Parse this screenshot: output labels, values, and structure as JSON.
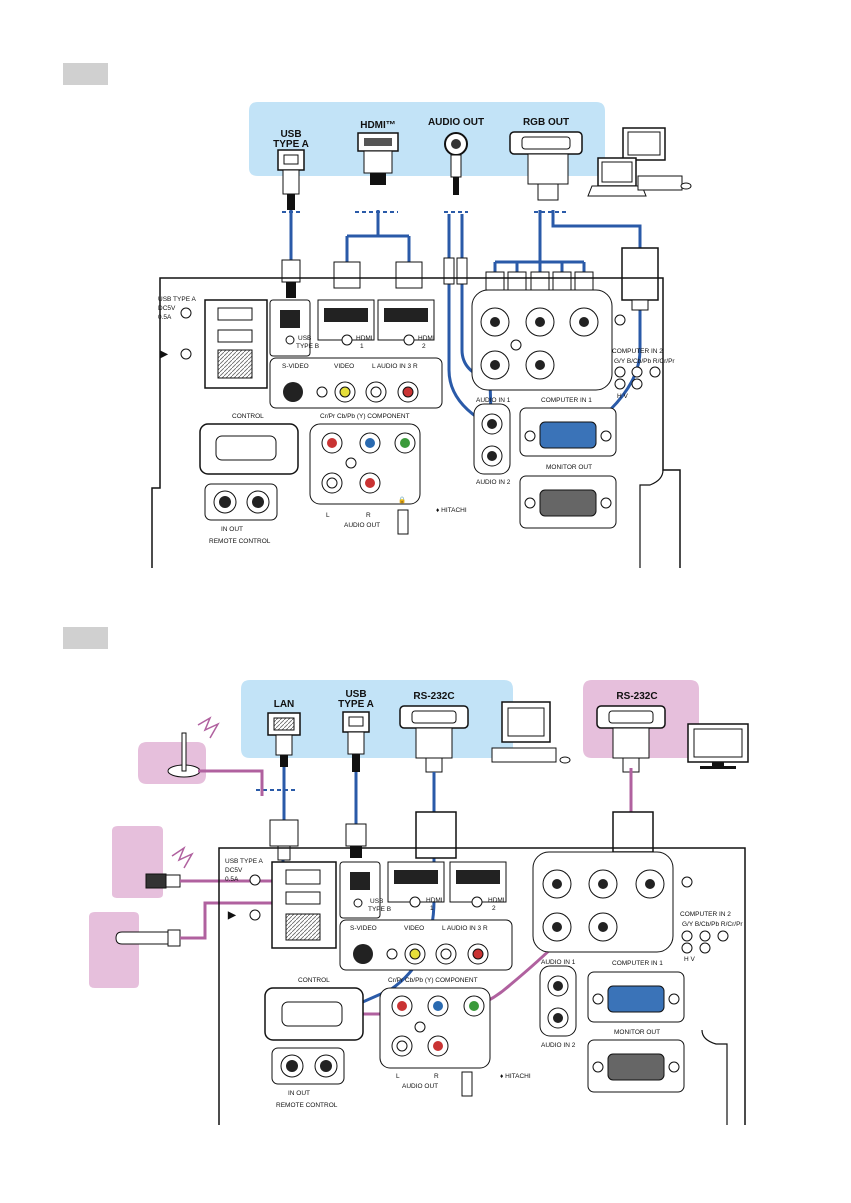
{
  "colors": {
    "blue_panel": "#c2e3f7",
    "pink_panel": "#e6bfdc",
    "blue_cable": "#2a5aa8",
    "pink_cable": "#b0619f",
    "vga_blue": "#3a73b8",
    "label_box": "#d0d0d0"
  },
  "top": {
    "devices": {
      "usb_a": "USB\nTYPE A",
      "hdmi": "HDMI™",
      "audio_out": "AUDIO OUT",
      "rgb_out": "RGB OUT"
    },
    "panel": {
      "usb_type_a": [
        "USB TYPE A",
        "DC5V",
        "0.5A"
      ],
      "usb_type_b": [
        "USB",
        "TYPE B"
      ],
      "hdmi1": [
        "HDMI",
        "1"
      ],
      "hdmi2": [
        "HDMI",
        "2"
      ],
      "s_video": "S-VIDEO",
      "video": "VIDEO",
      "audio_in3": "L  AUDIO IN 3  R",
      "control": "CONTROL",
      "component": "Cr/Pr   Cb/Pb   Y  COMPONENT",
      "audio_out": "AUDIO OUT",
      "audio_lr": "L          R",
      "remote_io": "IN      OUT",
      "remote_control": "REMOTE CONTROL",
      "computer_in2": "COMPUTER IN 2",
      "computer_in2_sub": "G/Y  B/Cb/Pb  R/Cr/Pr",
      "hv": "H      V",
      "audio_in1": "AUDIO IN 1",
      "audio_in2": "AUDIO IN 2",
      "computer_in1": "COMPUTER IN 1",
      "monitor_out": "MONITOR OUT"
    }
  },
  "bottom": {
    "devices": {
      "lan": "LAN",
      "usb_a": "USB\nTYPE A",
      "rs232c_pc": "RS-232C",
      "rs232c_other": "RS-232C"
    }
  }
}
